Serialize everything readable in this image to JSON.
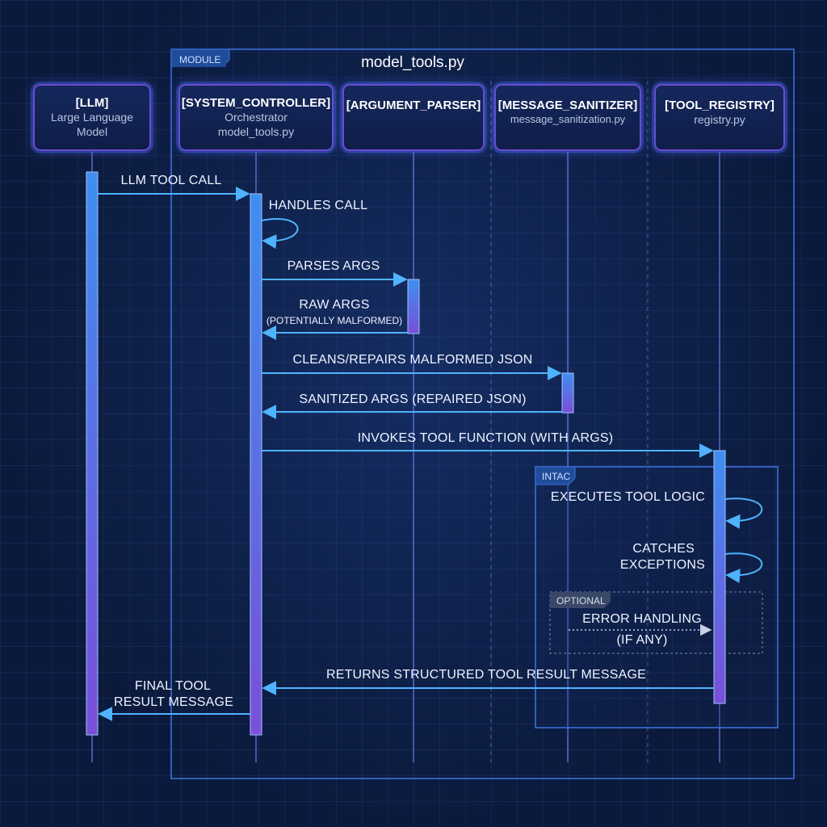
{
  "module": {
    "tag": "MODULE",
    "title": "model_tools.py"
  },
  "actors": [
    {
      "name": "[LLM]",
      "desc1": "Large Language",
      "desc2": "Model"
    },
    {
      "name": "[SYSTEM_CONTROLLER]",
      "desc1": "Orchestrator",
      "desc2": "model_tools.py"
    },
    {
      "name": "[ARGUMENT_PARSER]",
      "desc1": "",
      "desc2": ""
    },
    {
      "name": "[MESSAGE_SANITIZER]",
      "desc1": "message_sanitization.py",
      "desc2": ""
    },
    {
      "name": "[TOOL_REGISTRY]",
      "desc1": "registry.py",
      "desc2": ""
    }
  ],
  "messages": {
    "llm_tool_call": "LLM TOOL CALL",
    "handles_call": "HANDLES CALL",
    "parses_args": "PARSES ARGS",
    "raw_args": "RAW ARGS",
    "raw_args_note": "(POTENTIALLY MALFORMED)",
    "cleans": "CLEANS/REPAIRS MALFORMED JSON",
    "sanitized": "SANITIZED ARGS (REPAIRED JSON)",
    "invokes": "INVOKES TOOL FUNCTION (WITH ARGS)",
    "executes": "EXECUTES TOOL LOGIC",
    "catches_1": "CATCHES",
    "catches_2": "EXCEPTIONS",
    "error_1": "ERROR HANDLING",
    "error_2": "(IF ANY)",
    "returns": "RETURNS STRUCTURED TOOL RESULT MESSAGE",
    "final_1": "FINAL TOOL",
    "final_2": "RESULT MESSAGE"
  },
  "fragments": {
    "intac_tag": "INTAC",
    "optional_tag": "OPTIONAL"
  },
  "colors": {
    "arrow": "#4fb3ff",
    "lifeline": "#5a6fd8",
    "activation_top": "#3f8ef0",
    "activation_bottom": "#7a4fd8",
    "frame": "#3c6fd8"
  }
}
